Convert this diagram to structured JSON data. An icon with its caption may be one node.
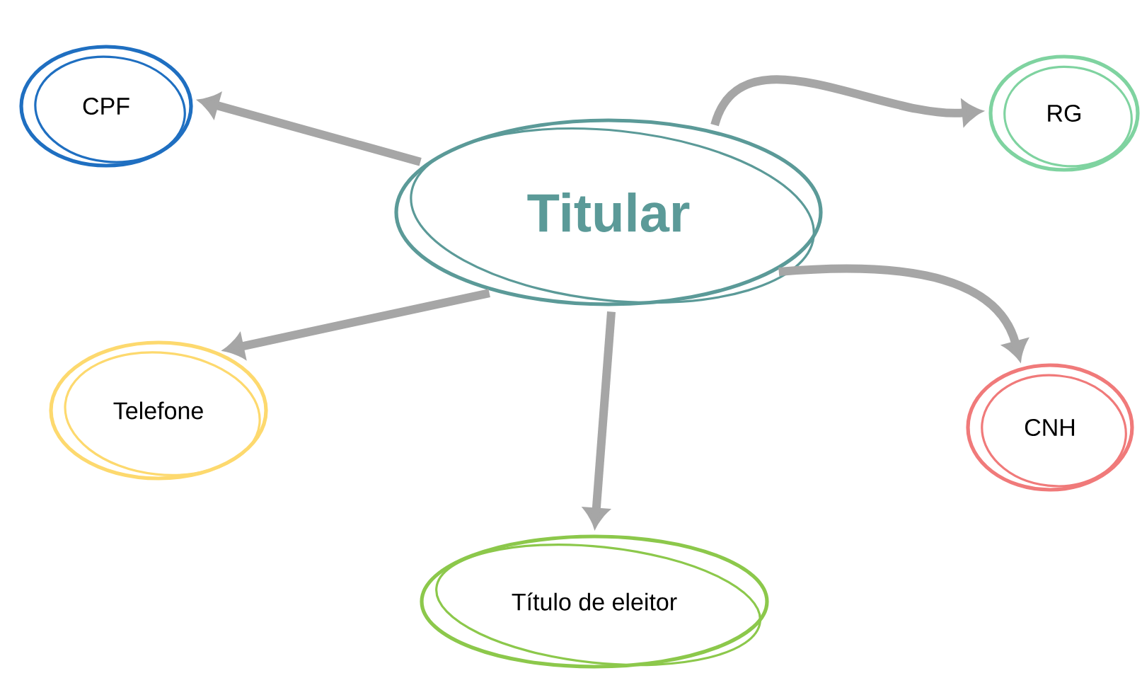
{
  "diagram": {
    "nodes": [
      {
        "text": [
          "Titular"
        ]
      },
      {
        "text": [
          "CPF"
        ]
      },
      {
        "text": [
          "RG"
        ]
      },
      {
        "text": [
          "Telefone"
        ]
      },
      {
        "text": [
          "CNH"
        ]
      },
      {
        "text": [
          "Título de eleitor"
        ]
      }
    ],
    "edges": [
      {
        "from": 0,
        "to": 1,
        "arrow": "to"
      },
      {
        "from": 0,
        "to": 2,
        "arrow": "to"
      },
      {
        "from": 0,
        "to": 3,
        "arrow": "to"
      },
      {
        "from": 0,
        "to": 4,
        "arrow": "to"
      },
      {
        "from": 0,
        "to": 5,
        "arrow": "to"
      }
    ]
  }
}
